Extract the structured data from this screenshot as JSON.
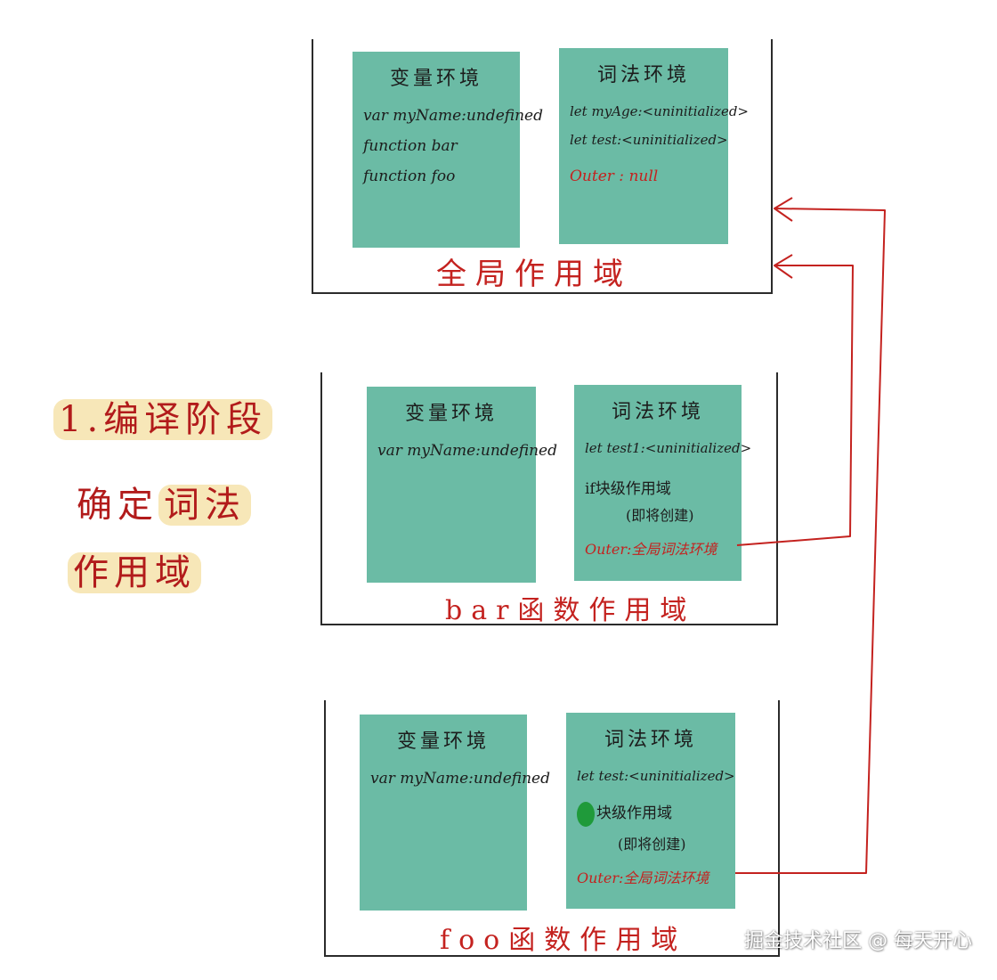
{
  "side_note": {
    "line1": "1.编译阶段",
    "line2_a": "确定",
    "line2_b": "词法",
    "line3": "作用域"
  },
  "global_scope": {
    "label": "全局作用域",
    "variable_env": {
      "title": "变量环境",
      "items": [
        "var myName:undefined",
        "function bar",
        "function foo"
      ]
    },
    "lexical_env": {
      "title": "词法环境",
      "items": [
        "let myAge:<uninitialized>",
        "let test:<uninitialized>"
      ],
      "outer": "Outer : null"
    }
  },
  "bar_scope": {
    "label": "bar函数作用域",
    "variable_env": {
      "title": "变量环境",
      "items": [
        "var myName:undefined"
      ]
    },
    "lexical_env": {
      "title": "词法环境",
      "items": [
        "let test1:<uninitialized>",
        "if块级作用域",
        "(即将创建)"
      ],
      "outer": "Outer:全局词法环境"
    }
  },
  "foo_scope": {
    "label": "foo函数作用域",
    "variable_env": {
      "title": "变量环境",
      "items": [
        "var myName:undefined"
      ]
    },
    "lexical_env": {
      "title": "词法环境",
      "items": [
        "let test:<uninitialized>",
        "块级作用域",
        "(即将创建)"
      ],
      "outer": "Outer:全局词法环境"
    }
  },
  "watermark": "掘金技术社区 @ 每天开心",
  "colors": {
    "env_fill": "#6bbba5",
    "arrow": "#c4221f",
    "highlight": "#f7e7b8"
  }
}
